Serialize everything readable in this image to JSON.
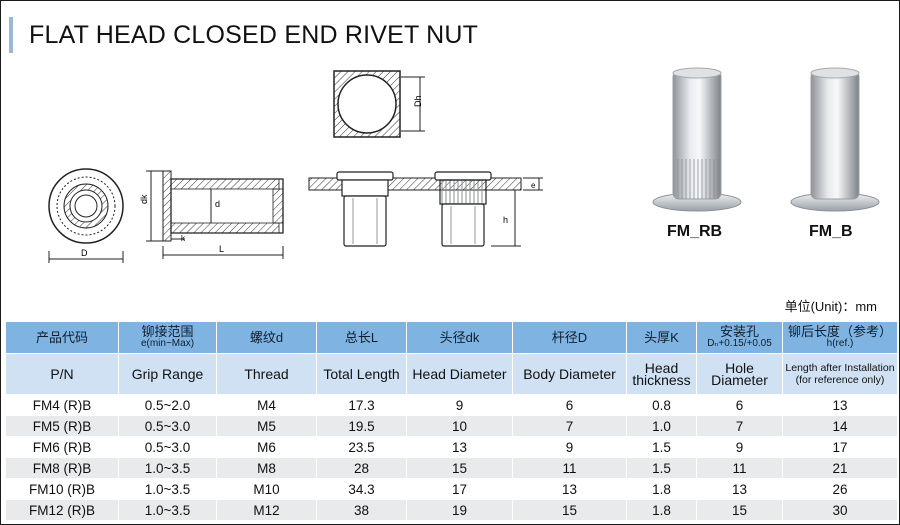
{
  "title": "FLAT HEAD CLOSED END RIVET NUT",
  "dim_labels": {
    "D": "D",
    "dk": "dk",
    "d": "d",
    "k": "k",
    "L": "L",
    "e": "e",
    "h": "h",
    "Dh": "Dh"
  },
  "photos": [
    {
      "label": "FM_RB"
    },
    {
      "label": "FM_B"
    }
  ],
  "unit_text": "单位(Unit)：mm",
  "table": {
    "headers_zh": [
      "产品代码",
      "铆接范围",
      "螺纹d",
      "总长L",
      "头径dk",
      "杆径D",
      "头厚K",
      "安装孔",
      "铆后长度（参考）"
    ],
    "headers_zh_sub": [
      "",
      "e(min~Max)",
      "",
      "",
      "",
      "",
      "",
      "Dₙ+0.15/+0.05",
      "h(ref.)"
    ],
    "headers_en": [
      "P/N",
      "Grip Range",
      "Thread",
      "Total Length",
      "Head Diameter",
      "Body Diameter",
      "Head",
      "Hole",
      "Length after Installation"
    ],
    "headers_en_sub": [
      "",
      "",
      "",
      "",
      "",
      "",
      "thickness",
      "Diameter",
      "(for reference only)"
    ],
    "rows": [
      [
        "FM4 (R)B",
        "0.5~2.0",
        "M4",
        "17.3",
        "9",
        "6",
        "0.8",
        "6",
        "13"
      ],
      [
        "FM5 (R)B",
        "0.5~3.0",
        "M5",
        "19.5",
        "10",
        "7",
        "1.0",
        "7",
        "14"
      ],
      [
        "FM6 (R)B",
        "0.5~3.0",
        "M6",
        "23.5",
        "13",
        "9",
        "1.5",
        "9",
        "17"
      ],
      [
        "FM8 (R)B",
        "1.0~3.5",
        "M8",
        "28",
        "15",
        "11",
        "1.5",
        "11",
        "21"
      ],
      [
        "FM10 (R)B",
        "1.0~3.5",
        "M10",
        "34.3",
        "17",
        "13",
        "1.8",
        "13",
        "26"
      ],
      [
        "FM12 (R)B",
        "1.0~3.5",
        "M12",
        "38",
        "19",
        "15",
        "1.8",
        "15",
        "30"
      ]
    ]
  }
}
